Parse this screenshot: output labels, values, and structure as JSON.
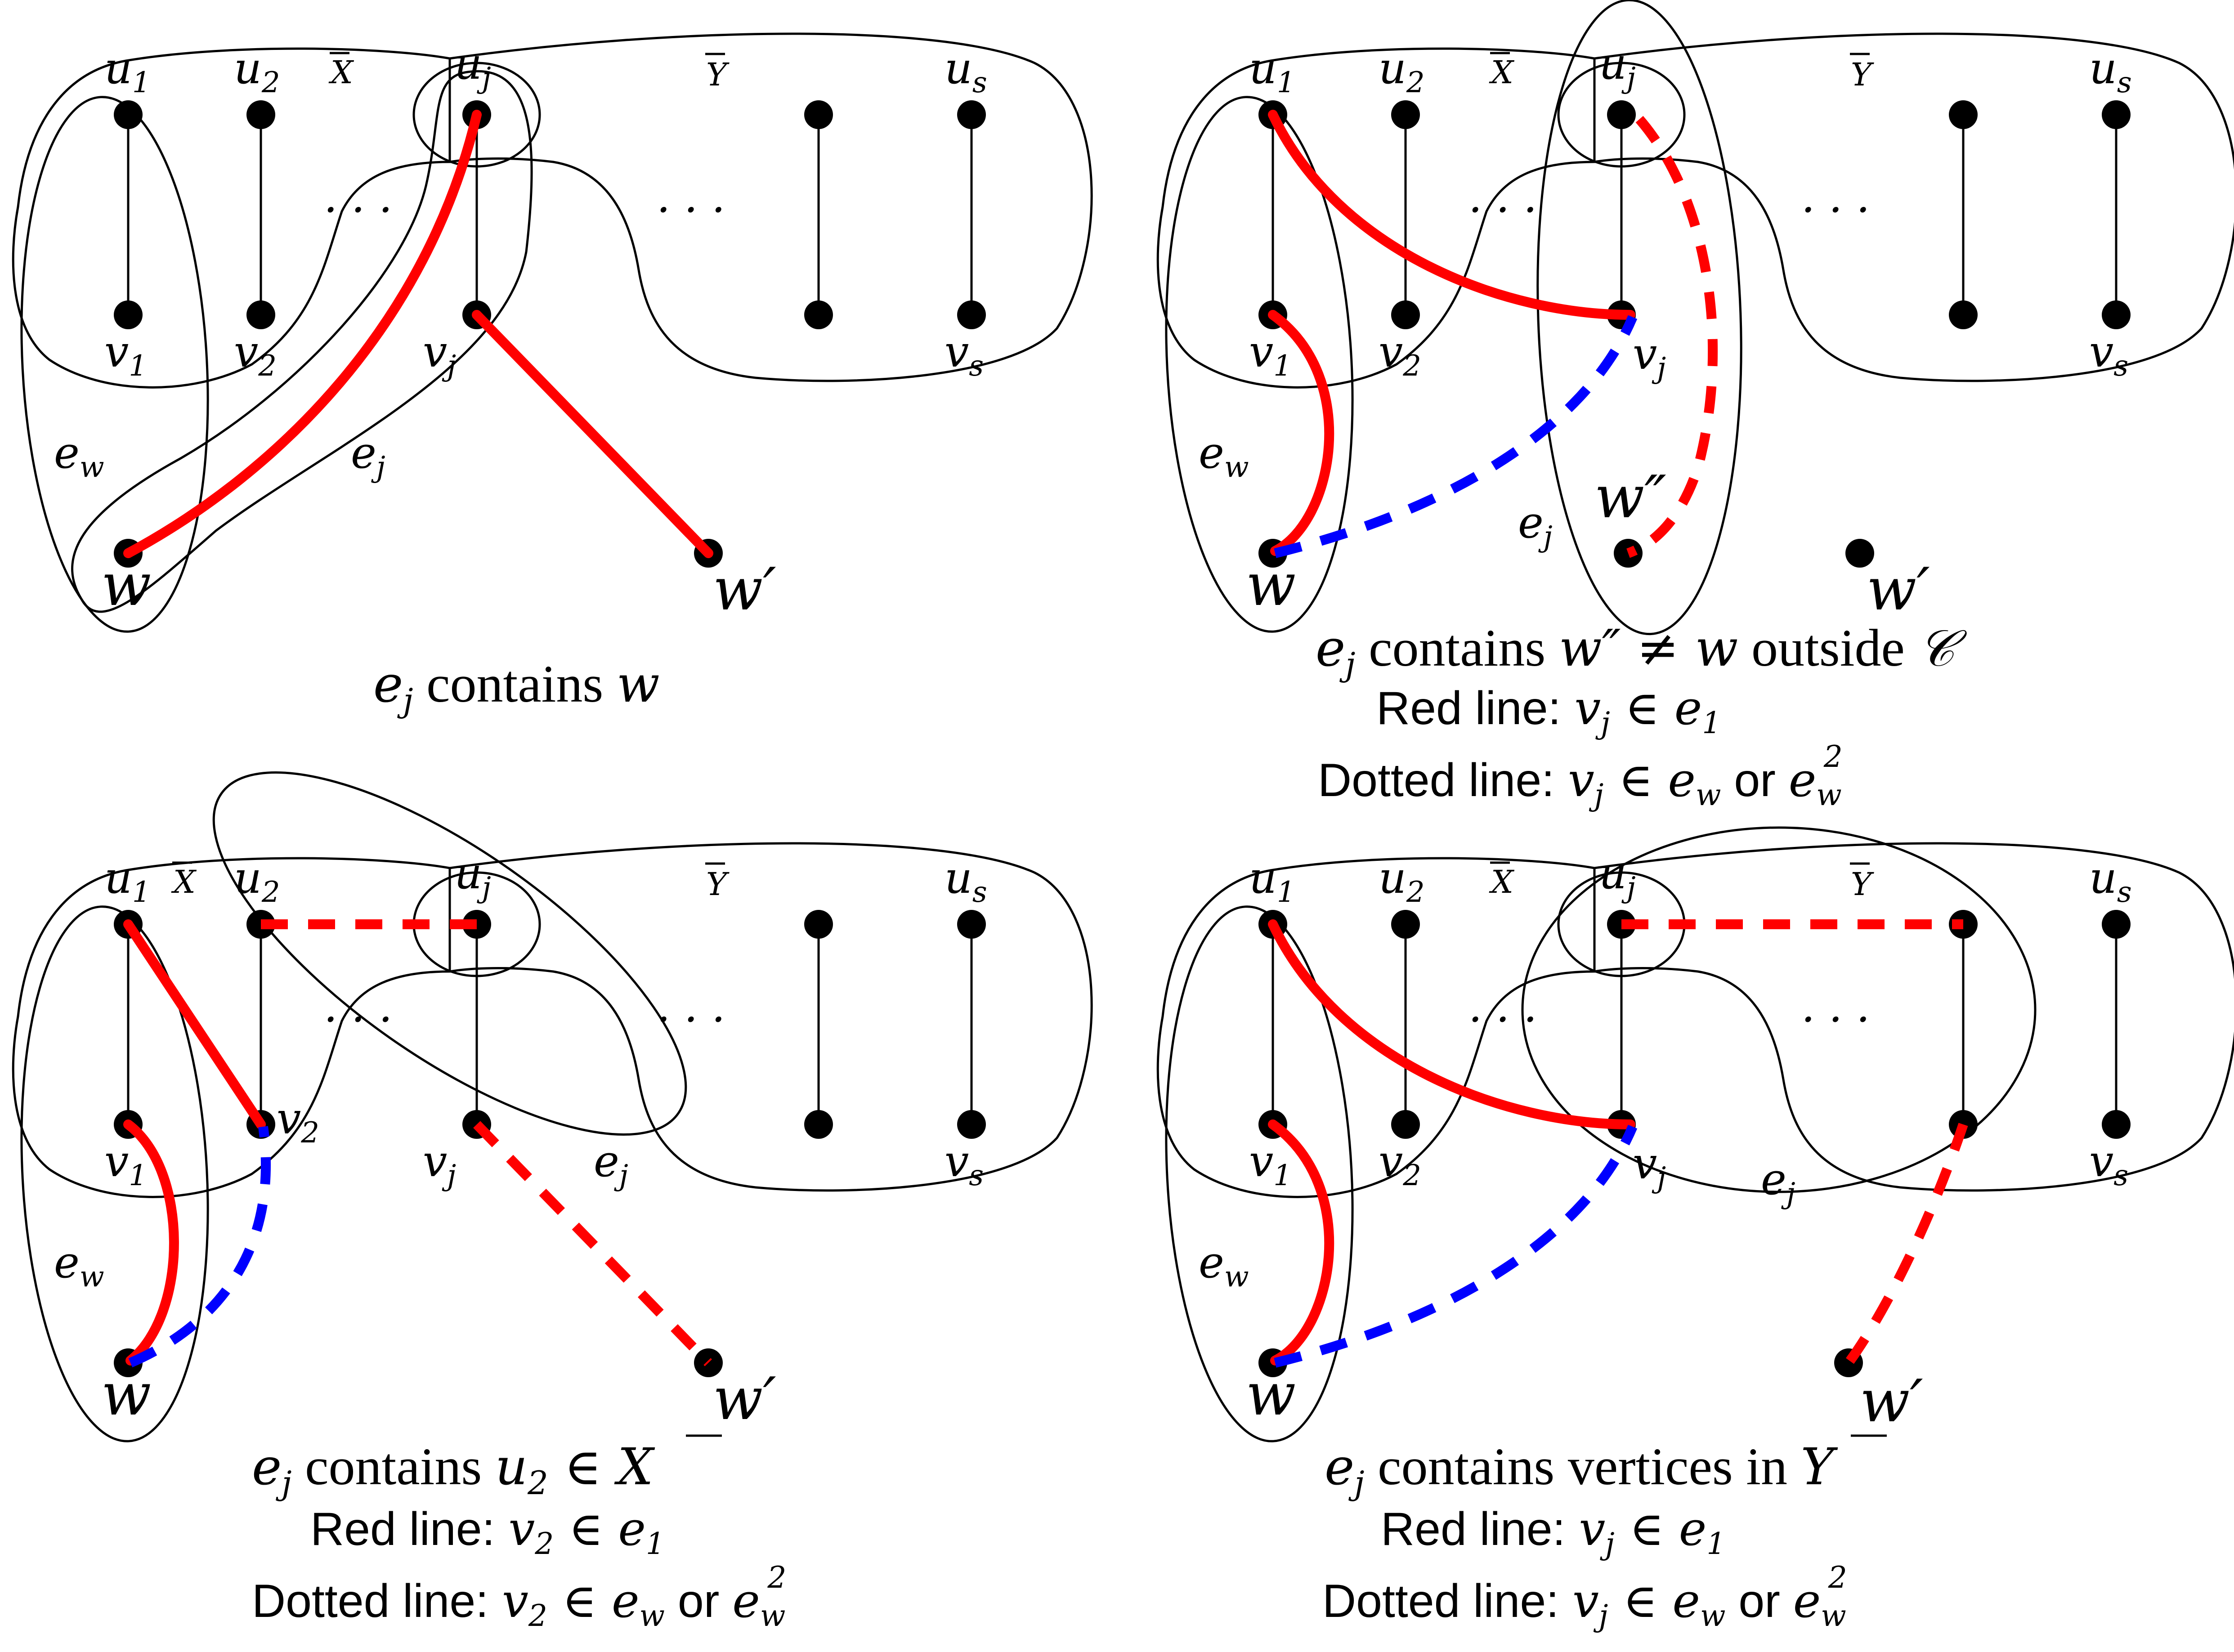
{
  "labels": {
    "u1": "u",
    "u1_sub": "1",
    "u2": "u",
    "u2_sub": "2",
    "uj": "u",
    "uj_sub": "j",
    "us": "u",
    "us_sub": "s",
    "v1": "v",
    "v1_sub": "1",
    "v2": "v",
    "v2_sub": "2",
    "vj": "v",
    "vj_sub": "j",
    "vs": "v",
    "vs_sub": "s",
    "xbar": "X",
    "ybar": "Y",
    "ew": "e",
    "ew_sub": "w",
    "ej": "e",
    "ej_sub": "j",
    "w": "w",
    "w_prime": "w′",
    "w_dprime": "w″",
    "ellipsis": "· · ·"
  },
  "panels": {
    "tl": {
      "caption": {
        "e": "e",
        "e_sub": "j",
        "text": " contains ",
        "var": "w"
      }
    },
    "tr": {
      "caption": {
        "e": "e",
        "e_sub": "j",
        "text1": " contains ",
        "var": "w″ ≠ w",
        "text2": " outside ",
        "set": "𝒞"
      },
      "red_line": {
        "label": "Red line:",
        "expr": "v",
        "expr_sub": "j",
        "rel": " ∈ e",
        "rel_sub": "1"
      },
      "dotted_line": {
        "label": "Dotted line:",
        "expr": "v",
        "expr_sub": "j",
        "rel": " ∈ e",
        "rel_sub": "w",
        "or": " or ",
        "alt": "e",
        "alt_sub": "w",
        "alt_sup": "2"
      }
    },
    "bl": {
      "caption": {
        "e": "e",
        "e_sub": "j",
        "text": " contains ",
        "var": "u",
        "var_sub": "2",
        "rel": " ∈ ",
        "set": "X"
      },
      "red_line": {
        "label": "Red line:",
        "expr": "v",
        "expr_sub": "2",
        "rel": " ∈ e",
        "rel_sub": "1"
      },
      "dotted_line": {
        "label": "Dotted line:",
        "expr": "v",
        "expr_sub": "2",
        "rel": " ∈ e",
        "rel_sub": "w",
        "or": " or ",
        "alt": "e",
        "alt_sub": "w",
        "alt_sup": "2"
      }
    },
    "br": {
      "caption": {
        "e": "e",
        "e_sub": "j",
        "text": " contains vertices in ",
        "set": "Y"
      },
      "red_line": {
        "label": "Red line:",
        "expr": "v",
        "expr_sub": "j",
        "rel": " ∈ e",
        "rel_sub": "1"
      },
      "dotted_line": {
        "label": "Dotted line:",
        "expr": "v",
        "expr_sub": "j",
        "rel": " ∈ e",
        "rel_sub": "w",
        "or": " or ",
        "alt": "e",
        "alt_sub": "w",
        "alt_sup": "2"
      }
    }
  }
}
